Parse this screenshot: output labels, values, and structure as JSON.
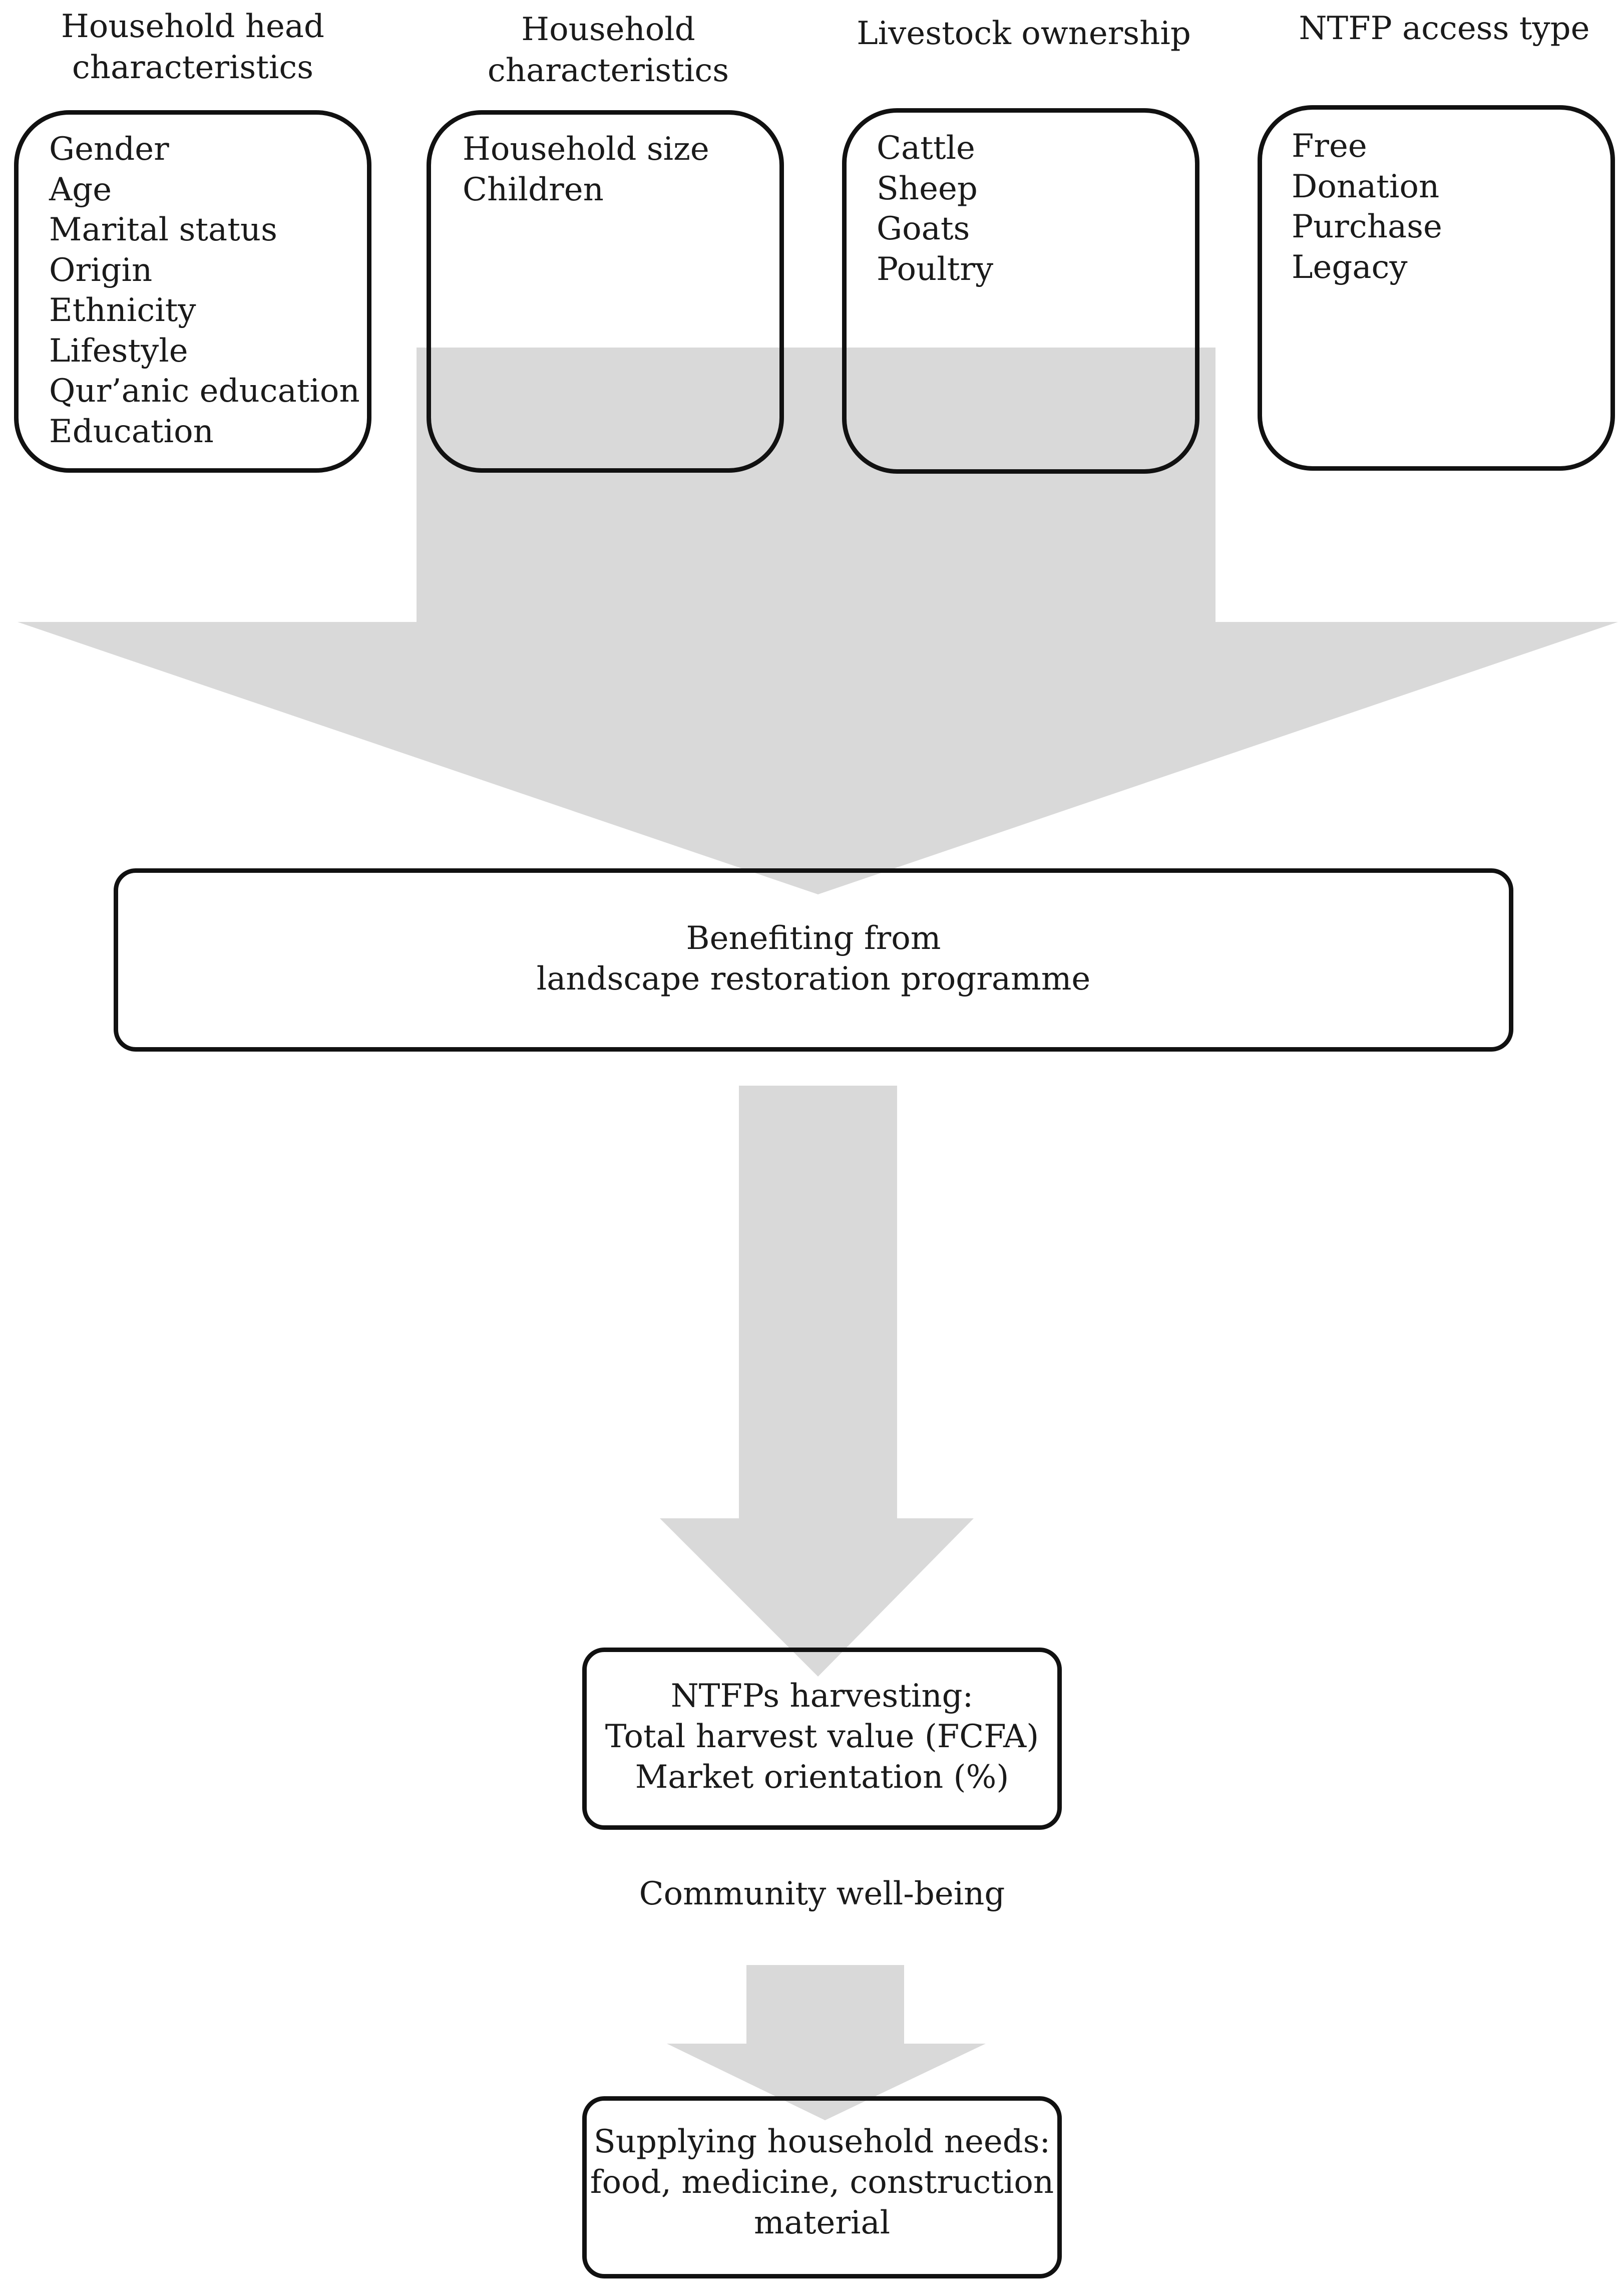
{
  "headers": {
    "household_head": [
      "Household head",
      "characteristics"
    ],
    "household": [
      "Household",
      "characteristics"
    ],
    "livestock": [
      "Livestock ownership"
    ],
    "ntfp_access": [
      "NTFP access type"
    ]
  },
  "lists": {
    "household_head": [
      "Gender",
      "Age",
      "Marital status",
      "Origin",
      "Ethnicity",
      "Lifestyle",
      "Qur’anic education",
      "Education"
    ],
    "household": [
      "Household size",
      "Children"
    ],
    "livestock": [
      "Cattle",
      "Sheep",
      "Goats",
      "Poultry"
    ],
    "ntfp_access": [
      "Free",
      "Donation",
      "Purchase",
      "Legacy"
    ]
  },
  "benefit_box": [
    "Benefiting from",
    "landscape restoration programme"
  ],
  "harvest_box": [
    "NTFPs harvesting:",
    "Total harvest value (FCFA)",
    "Market orientation (%)"
  ],
  "community_label": "Community well-being",
  "needs_box": [
    "Supplying household needs:",
    "food, medicine, construction",
    "material"
  ],
  "colors": {
    "arrow": "#d9d9d9",
    "border": "#111111",
    "text": "#1a1a1a"
  }
}
